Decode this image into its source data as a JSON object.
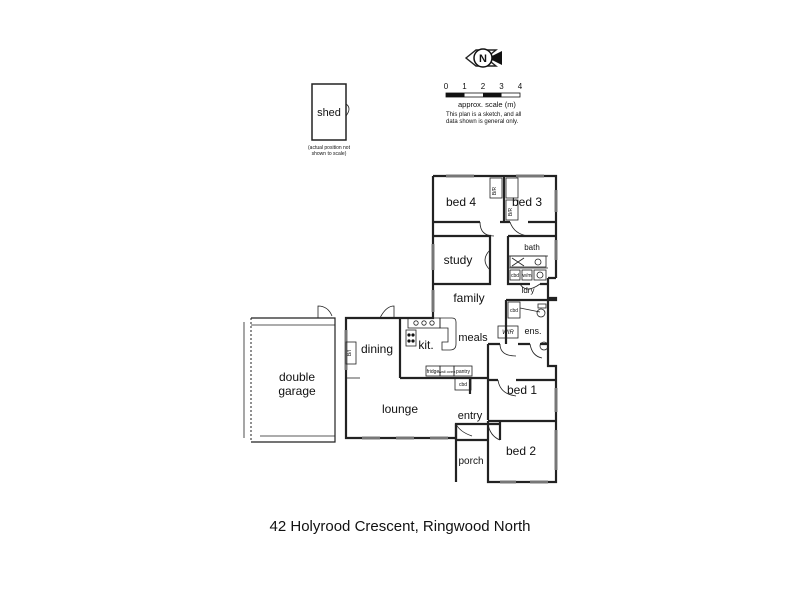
{
  "address": "42 Holyrood Crescent, Ringwood North",
  "compass": {
    "label": "N"
  },
  "scale": {
    "ticks": [
      "0",
      "1",
      "2",
      "3",
      "4"
    ],
    "label": "approx. scale (m)",
    "note_line1": "This plan is a sketch, and all",
    "note_line2": "data shown is general only."
  },
  "shed": {
    "label": "shed",
    "note_line1": "(actual position not",
    "note_line2": "shown to scale)"
  },
  "rooms": {
    "bed4": "bed 4",
    "bed3": "bed 3",
    "bath": "bath",
    "study": "study",
    "family": "family",
    "ldry": "ldry",
    "dining": "dining",
    "kit": "kit.",
    "meals": "meals",
    "ens": "ens.",
    "wir": "WIR",
    "double_garage_line1": "double",
    "double_garage_line2": "garage",
    "lounge": "lounge",
    "bed1": "bed 1",
    "entry": "entry",
    "porch": "porch",
    "bed2": "bed 2"
  },
  "fixtures": {
    "br1": "B/R",
    "br2": "B/R",
    "cbd1": "cbd",
    "wm": "w/m",
    "cbd2": "cbd",
    "cbd3": "cbd",
    "cbd4": "cbd",
    "bi": "B/I",
    "fridge": "fridge",
    "wall_oven": "wall oven",
    "pantry": "pantry"
  }
}
